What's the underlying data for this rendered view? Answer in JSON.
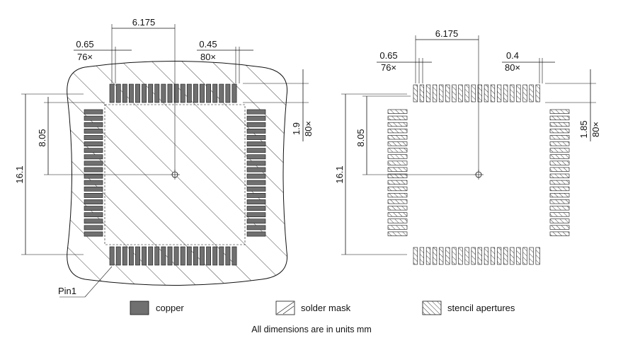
{
  "left": {
    "dim_pitch_total": "6.175",
    "dim_pitch_top": "0.65",
    "dim_pitch_bottom": "76×",
    "dim_width_top": "0.45",
    "dim_width_bottom": "80×",
    "dim_length_top": "1.9",
    "dim_length_bottom": "80×",
    "dim_half_height": "8.05",
    "dim_full_height": "16.1",
    "pin_label": "Pin1"
  },
  "right": {
    "dim_pitch_total": "6.175",
    "dim_pitch_top": "0.65",
    "dim_pitch_bottom": "76×",
    "dim_width_top": "0.4",
    "dim_width_bottom": "80×",
    "dim_length_top": "1.85",
    "dim_length_bottom": "80×",
    "dim_half_height": "8.05",
    "dim_full_height": "16.1"
  },
  "legend": {
    "copper": "copper",
    "solder_mask": "solder mask",
    "stencil": "stencil apertures"
  },
  "note": "All dimensions are in units mm",
  "colors": {
    "copper": "#707070",
    "ink": "#111111"
  }
}
